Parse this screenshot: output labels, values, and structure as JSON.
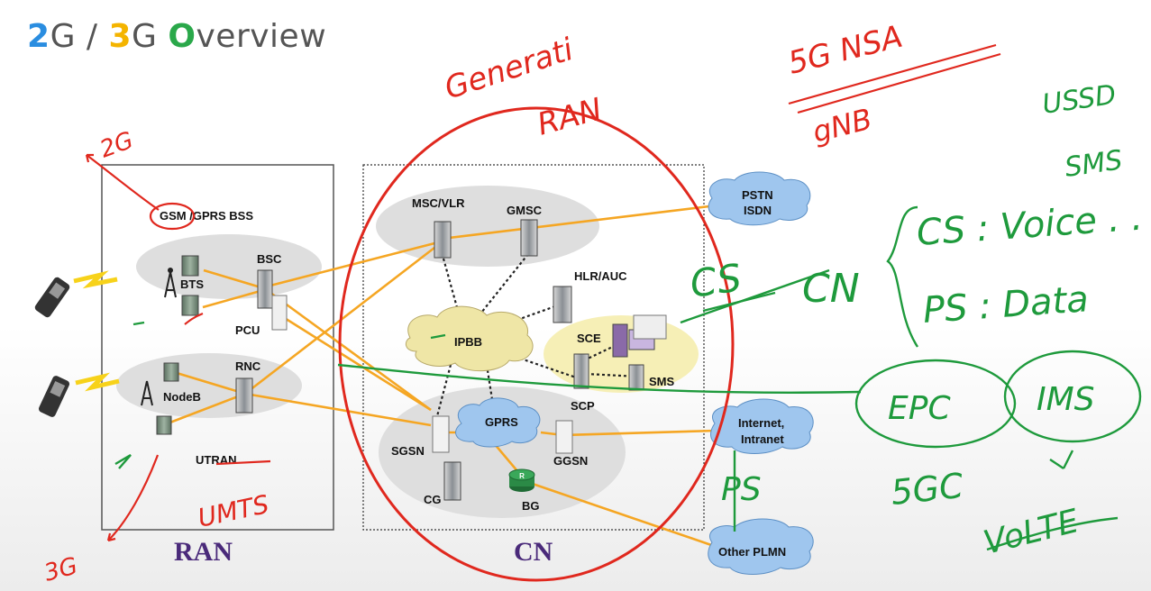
{
  "title": {
    "p1": "2",
    "p2": "G / ",
    "p3": "3",
    "p4": "G ",
    "p5": "O",
    "p6": "verview"
  },
  "labels": {
    "gsm_bss": "GSM /GPRS  BSS",
    "bsc": "BSC",
    "bts": "BTS",
    "pcu": "PCU",
    "rnc": "RNC",
    "nodeb": "NodeB",
    "utran": "UTRAN",
    "msc_vlr": "MSC/VLR",
    "gmsc": "GMSC",
    "hlr_auc": "HLR/AUC",
    "ipbb": "IPBB",
    "sce": "SCE",
    "scp": "SCP",
    "sms": "SMS",
    "gprs": "GPRS",
    "sgsn": "SGSN",
    "ggsn": "GGSN",
    "cg": "CG",
    "bg": "BG",
    "pstn1": "PSTN",
    "pstn2": "ISDN",
    "internet1": "Internet,",
    "internet2": "Intranet",
    "plmn": "Other PLMN",
    "ran": "RAN",
    "cn": "CN"
  },
  "handwriting": {
    "h_2g": "2G",
    "h_3g": "3G",
    "h_umts": "UMTS",
    "h_gen1": "Generati",
    "h_gen2": "RAN",
    "h_5gnsa": "5G NSA",
    "h_gnb": "gNB",
    "h_ussd": "USSD",
    "h_sms": "SMS",
    "h_cs_left": "CS",
    "h_cn": "CN",
    "h_cs_voice": "CS : Voice . .",
    "h_ps_data": "PS : Data",
    "h_epc": "EPC",
    "h_ims": "IMS",
    "h_5gc": "5GC",
    "h_volte": "VoLTE",
    "h_ps": "PS"
  },
  "colors": {
    "red": "#e0281e",
    "green": "#1e9a3c",
    "orange": "#f5a623",
    "ellipse": "#dcdcdc",
    "cloud": "#9fc6ee",
    "ipbb": "#efe6a6",
    "sce": "#f6efb6"
  }
}
